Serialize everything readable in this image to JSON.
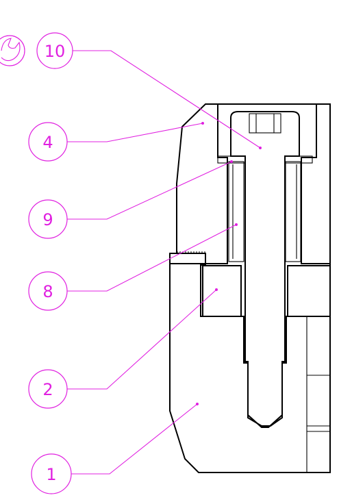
{
  "colors": {
    "callout": "#e020e0",
    "line": "#000000",
    "background": "#ffffff"
  },
  "icons": {
    "wrench_symbol": "wrench-symbol-icon"
  },
  "callouts": [
    {
      "id": "10",
      "label": "10"
    },
    {
      "id": "4",
      "label": "4"
    },
    {
      "id": "9",
      "label": "9"
    },
    {
      "id": "8",
      "label": "8"
    },
    {
      "id": "2",
      "label": "2"
    },
    {
      "id": "1",
      "label": "1"
    }
  ]
}
